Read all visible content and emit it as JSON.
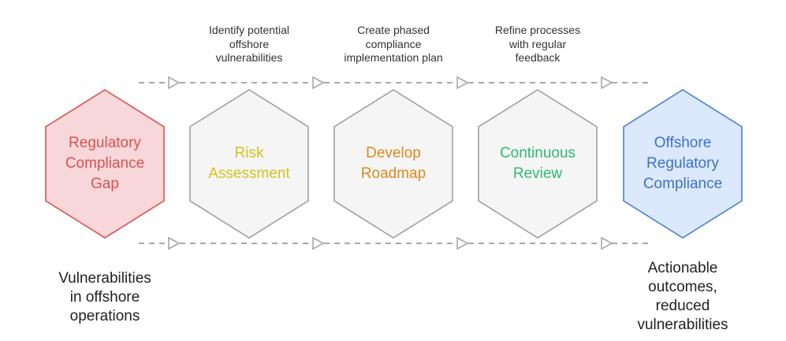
{
  "steps": [
    {
      "id": "gap",
      "label": "Regulatory\nCompliance\nGap",
      "fill": "#f8d7da",
      "stroke": "#d9534f",
      "text_color": "#d9534f"
    },
    {
      "id": "risk",
      "label": "Risk\nAssessment",
      "fill": "#f5f5f5",
      "stroke": "#a0a0a0",
      "text_color": "#d4c21e"
    },
    {
      "id": "roadmap",
      "label": "Develop\nRoadmap",
      "fill": "#f5f5f5",
      "stroke": "#a0a0a0",
      "text_color": "#d88a1c"
    },
    {
      "id": "review",
      "label": "Continuous\nReview",
      "fill": "#f5f5f5",
      "stroke": "#a0a0a0",
      "text_color": "#2eb872"
    },
    {
      "id": "offshore",
      "label": "Offshore\nRegulatory\nCompliance",
      "fill": "#dce8fc",
      "stroke": "#4a80d4",
      "text_color": "#3b72c8"
    }
  ],
  "top_descriptions": [
    "Identify potential\noffshore\nvulnerabilities",
    "Create phased\ncompliance\nimplementation plan",
    "Refine processes\nwith regular\nfeedback"
  ],
  "bottom_descriptions": {
    "left": "Vulnerabilities\nin offshore\noperations",
    "right": "Actionable\noutcomes,\nreduced\nvulnerabilities"
  },
  "connector_color": "#a8a8a8"
}
